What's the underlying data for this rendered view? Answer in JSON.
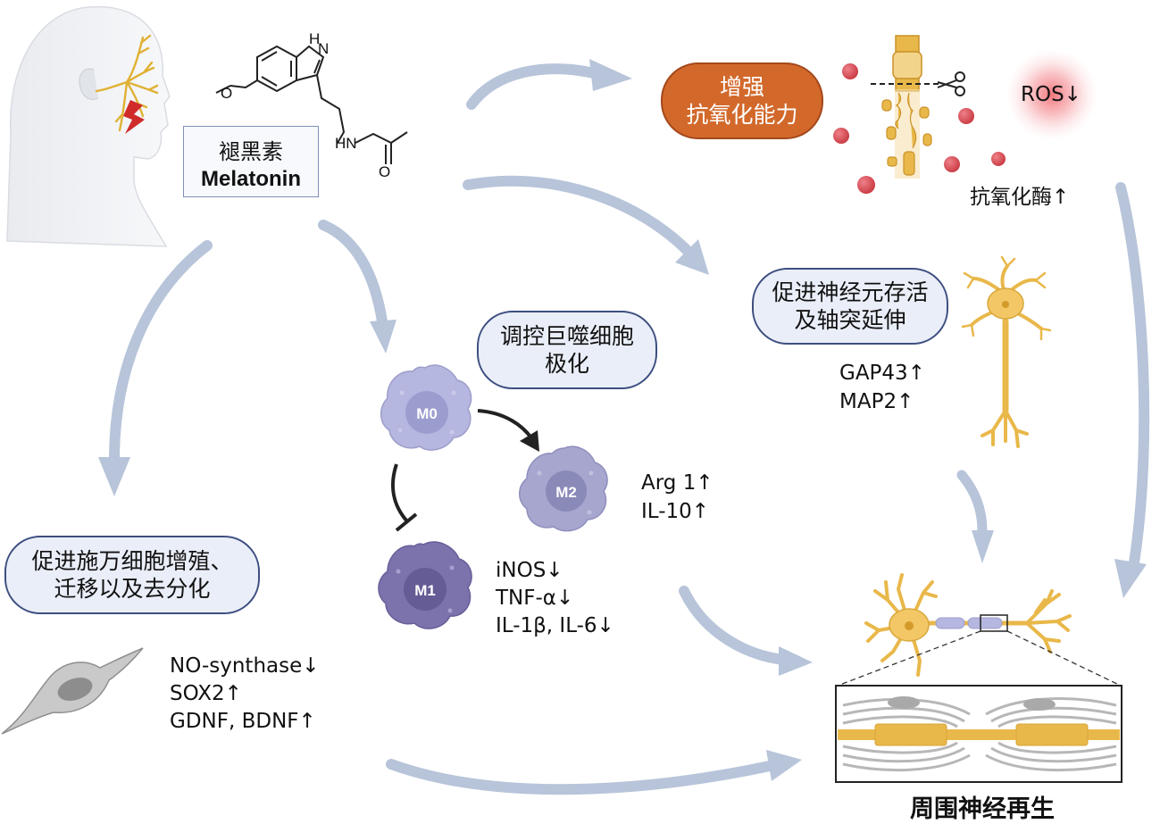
{
  "melatonin": {
    "label_cn": "褪黑素",
    "label_en": "Melatonin"
  },
  "molecule": {
    "atom_nh": "H\nN",
    "atom_o": "O",
    "atom_hn": "HN",
    "atom_o2": "O"
  },
  "pathways": {
    "antioxidant": {
      "label": "增强\n抗氧化能力",
      "markers": [
        "ROS↓",
        "抗氧化酶↑"
      ]
    },
    "neuron": {
      "label": "促进神经元存活\n及轴突延伸",
      "markers": [
        "GAP43↑",
        "MAP2↑"
      ]
    },
    "macrophage": {
      "label": "调控巨噬细胞\n极化",
      "cells": [
        "M0",
        "M2",
        "M1"
      ],
      "m2_markers": [
        "Arg 1↑",
        "IL-10↑"
      ],
      "m1_markers": [
        "iNOS↓",
        "TNF-α↓",
        "IL-1β, IL-6↓"
      ]
    },
    "schwann": {
      "label": "促进施万细胞增殖、\n迁移以及去分化",
      "markers": [
        "NO-synthase↓",
        "SOX2↑",
        "GDNF, BDNF↑"
      ]
    }
  },
  "outcome": {
    "label": "周围神经再生"
  },
  "colors": {
    "arrow": "#b7c4d9",
    "pill_border": "#3d4f80",
    "pill_fill": "#eaeef8",
    "orange": "#d2692b",
    "nerve": "#e9b84a",
    "macrophage_m0": "#aeb0dc",
    "macrophage_m2": "#9c9cc8",
    "macrophage_m1": "#7a71aa",
    "ros": "#d94c54"
  },
  "icons": [
    "head-icon",
    "melatonin-structure-icon",
    "damaged-axon-icon",
    "scissors-icon",
    "ros-glow-icon",
    "neuron-icon",
    "macrophage-icon",
    "schwann-cell-icon",
    "regenerated-neuron-icon",
    "myelin-sheath-icon"
  ]
}
